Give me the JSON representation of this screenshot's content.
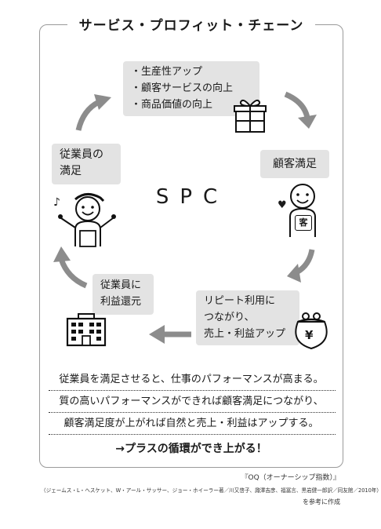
{
  "title": "サービス・プロフィット・チェーン",
  "center_label": "SPC",
  "nodes": {
    "productivity": {
      "lines": [
        "・生産性アップ",
        "・顧客サービスの向上",
        "・商品価値の向上"
      ]
    },
    "customer_satisfaction": {
      "label": "顧客満足"
    },
    "repeat_use": {
      "lines": [
        "リピート利用に",
        "つながり、",
        "売上・利益アップ"
      ]
    },
    "employee_reward": {
      "lines": [
        "従業員に",
        "利益還元"
      ]
    },
    "employee_satisfaction": {
      "lines": [
        "従業員の",
        "満足"
      ]
    }
  },
  "icons": {
    "customer_badge": "客",
    "coin_symbol": "¥"
  },
  "summary": {
    "lines": [
      "従業員を満足させると、仕事のパフォーマンスが高まる。",
      "質の高いパフォーマンスができれば顧客満足につながり、",
      "顧客満足度が上がれば自然と売上・利益はアップする。"
    ],
    "conclusion": "→プラスの循環ができ上がる！"
  },
  "source": {
    "book": "『OQ（オーナーシップ指数）』",
    "authors": "（ジェームス・L・ヘスケット、W・アール・サッサー、ジョー・ホイーラー著／川又啓子、諏澤吉彦、福冨言、黒岩健一郎訳／同友館／2010年）",
    "note": "を参考に作成"
  },
  "colors": {
    "box": "#e3e3e3",
    "arrow": "#8c8c8c",
    "frame": "#9a9a9a"
  }
}
